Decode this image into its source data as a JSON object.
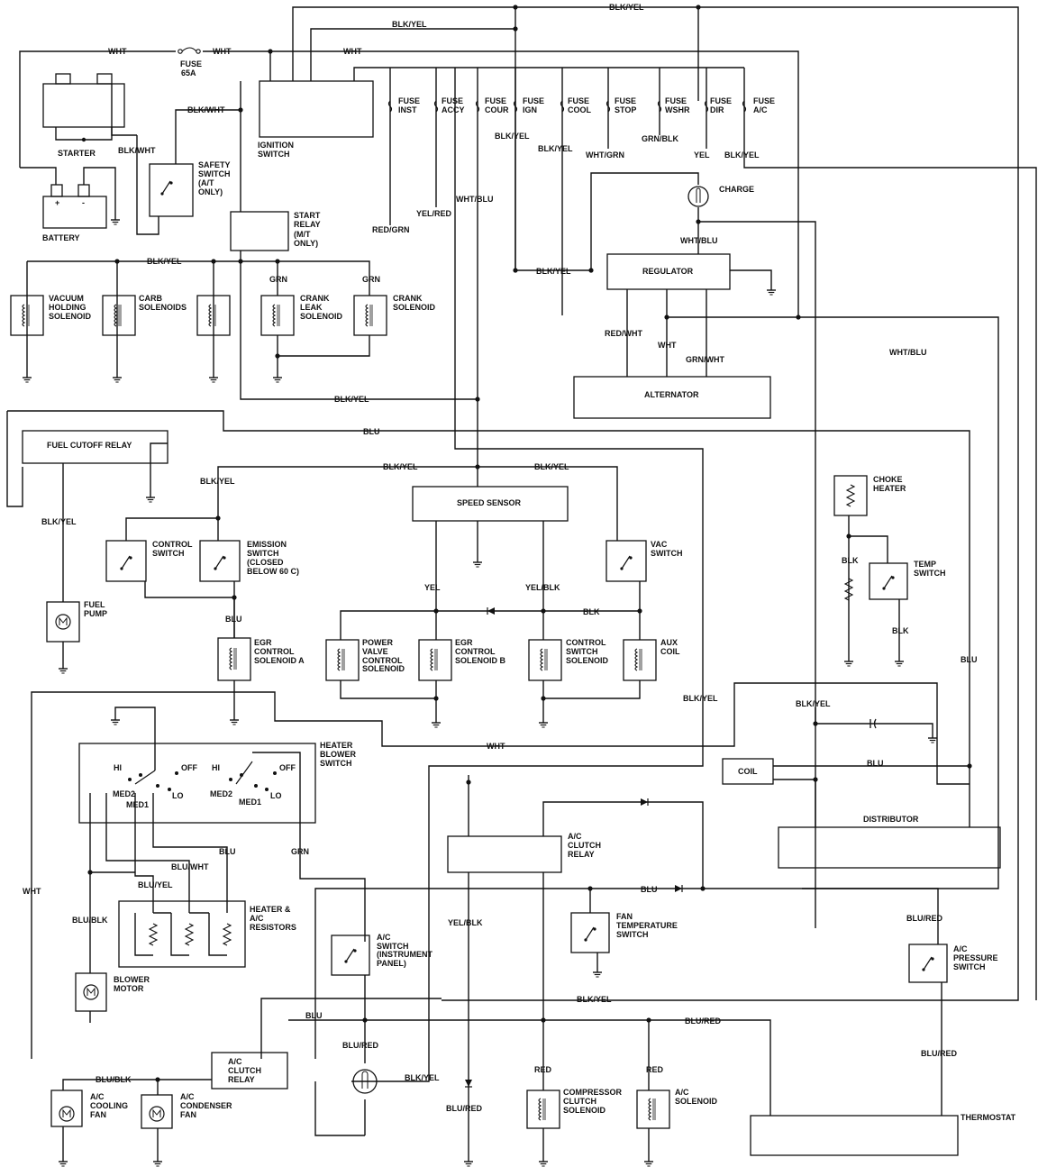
{
  "components": {
    "starter": "STARTER",
    "battery": "BATTERY",
    "battery_pos": "+",
    "battery_neg": "-",
    "fuse_65a": [
      "FUSE",
      "65A"
    ],
    "ignition_switch": [
      "IGNITION",
      "SWITCH"
    ],
    "safety_switch": [
      "SAFETY",
      "SWITCH",
      "(A/T",
      "ONLY)"
    ],
    "start_relay": [
      "START",
      "RELAY",
      "(M/T",
      "ONLY)"
    ],
    "vacuum_holding_solenoid": [
      "VACUUM",
      "HOLDING",
      "SOLENOID"
    ],
    "carb_solenoids": [
      "CARB",
      "SOLENOIDS"
    ],
    "crank_leak_solenoid": [
      "CRANK",
      "LEAK",
      "SOLENOID"
    ],
    "crank_solenoid": [
      "CRANK",
      "SOLENOID"
    ],
    "charge": "CHARGE",
    "regulator": "REGULATOR",
    "alternator": "ALTERNATOR",
    "fuel_cutoff_relay": "FUEL  CUTOFF RELAY",
    "control_switch": [
      "CONTROL",
      "SWITCH"
    ],
    "emission_switch": [
      "EMISSION",
      "SWITCH",
      "(CLOSED",
      "BELOW 60 C)"
    ],
    "fuel_pump": [
      "FUEL",
      "PUMP"
    ],
    "egr_control_solenoid_a": [
      "EGR",
      "CONTROL",
      "SOLENOID  A"
    ],
    "speed_sensor": "SPEED  SENSOR",
    "vac_switch": [
      "VAC",
      "SWITCH"
    ],
    "power_valve_control_solenoid": [
      "POWER",
      "VALVE",
      "CONTROL",
      "SOLENOID"
    ],
    "egr_control_solenoid_b": [
      "EGR",
      "CONTROL",
      "SOLENOID  B"
    ],
    "control_switch_solenoid": [
      "CONTROL",
      "SWITCH",
      "SOLENOID"
    ],
    "aux_coil": [
      "AUX",
      "COIL"
    ],
    "choke_heater": [
      "CHOKE",
      "HEATER"
    ],
    "temp_switch": [
      "TEMP",
      "SWITCH"
    ],
    "heater_blower_switch": [
      "HEATER",
      "BLOWER",
      "SWITCH"
    ],
    "coil": "COIL",
    "distributor": "DISTRIBUTOR",
    "heater_ac_resistors": [
      "HEATER &",
      "A/C",
      "RESISTORS"
    ],
    "ac_clutch_relay": [
      "A/C",
      "CLUTCH",
      "RELAY"
    ],
    "fan_temperature_switch": [
      "FAN",
      "TEMPERATURE",
      "SWITCH"
    ],
    "ac_switch": [
      "A/C",
      "SWITCH",
      "(INSTRUMENT",
      "PANEL)"
    ],
    "ac_pressure_switch": [
      "A/C",
      "PRESSURE",
      "SWITCH"
    ],
    "blower_motor": [
      "BLOWER",
      "MOTOR"
    ],
    "ac_clutch_relay_2": [
      "A/C",
      "CLUTCH",
      "RELAY"
    ],
    "ac_cooling_fan": [
      "A/C",
      "COOLING",
      "FAN"
    ],
    "ac_condenser_fan": [
      "A/C",
      "CONDENSER",
      "FAN"
    ],
    "compressor_clutch_solenoid": [
      "COMPRESSOR",
      "CLUTCH",
      "SOLENOID"
    ],
    "ac_solenoid": [
      "A/C",
      "SOLENOID"
    ],
    "thermostat": "THERMOSTAT"
  },
  "fuses": [
    [
      "FUSE",
      "INST"
    ],
    [
      "FUSE",
      "ACCY"
    ],
    [
      "FUSE",
      "COUR"
    ],
    [
      "FUSE",
      "IGN"
    ],
    [
      "FUSE",
      "COOL"
    ],
    [
      "FUSE",
      "STOP"
    ],
    [
      "FUSE",
      "WSHR"
    ],
    [
      "FUSE",
      "DIR"
    ],
    [
      "FUSE",
      "A/C"
    ]
  ],
  "switch_positions": {
    "hi": "HI",
    "off": "OFF",
    "med2": "MED2",
    "med1": "MED1",
    "lo": "LO"
  },
  "wire_labels": {
    "wht": "WHT",
    "blk_yel": "BLK/YEL",
    "blk_wht": "BLK/WHT",
    "blk": "BLK",
    "blu": "BLU",
    "grn": "GRN",
    "yel": "YEL",
    "red": "RED",
    "red_grn": "RED/GRN",
    "yel_red": "YEL/RED",
    "wht_blu": "WHT/BLU",
    "wht_grn": "WHT/GRN",
    "grn_blk": "GRN/BLK",
    "red_wht": "RED/WHT",
    "grn_wht": "GRN/WHT",
    "yel_blk": "YEL/BLK",
    "blu_yel": "BLU/YEL",
    "blu_wht": "BLU/WHT",
    "blu_blk": "BLU/BLK",
    "blu_red": "BLU/RED"
  }
}
